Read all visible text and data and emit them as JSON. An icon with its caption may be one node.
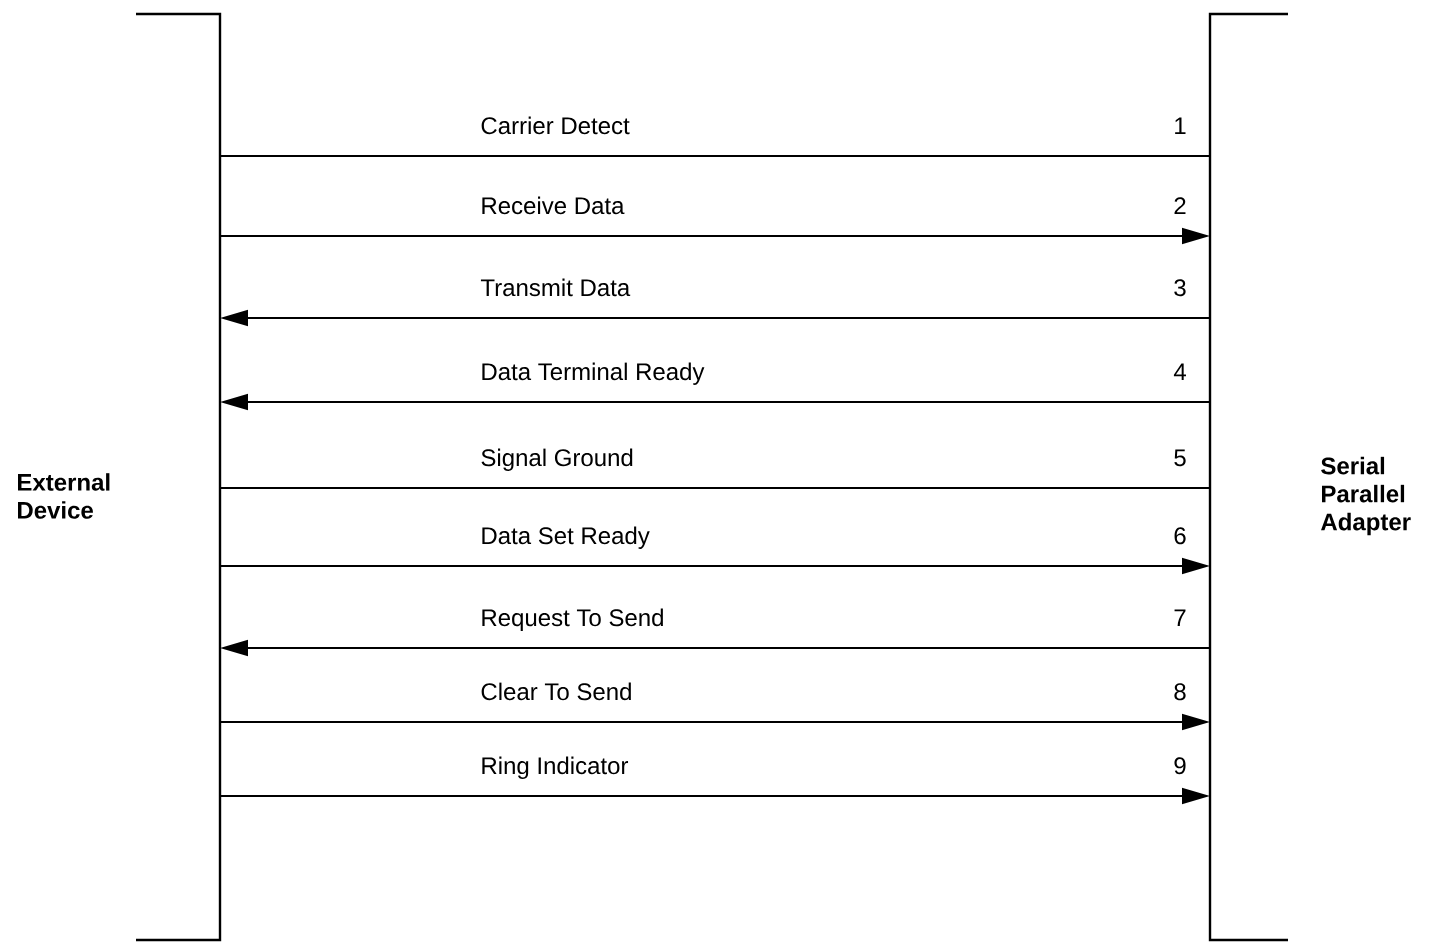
{
  "diagram": {
    "nodes": [
      {
        "text": [
          "External Device"
        ]
      },
      {
        "text": [
          "Serial Parallel Adapter"
        ]
      }
    ],
    "edges": [
      {
        "from": 0,
        "to": 1,
        "arrow": "none",
        "label": "Carrier Detect"
      },
      {
        "from": 0,
        "to": 1,
        "arrow": "to",
        "label": "Receive Data"
      },
      {
        "from": 1,
        "to": 0,
        "arrow": "to",
        "label": "Transmit Data"
      },
      {
        "from": 1,
        "to": 0,
        "arrow": "to",
        "label": "Data Terminal Ready"
      },
      {
        "from": 0,
        "to": 1,
        "arrow": "none",
        "label": "Signal Ground"
      },
      {
        "from": 0,
        "to": 1,
        "arrow": "to",
        "label": "Data Set Ready"
      },
      {
        "from": 1,
        "to": 0,
        "arrow": "to",
        "label": "Request To Send"
      },
      {
        "from": 0,
        "to": 1,
        "arrow": "to",
        "label": "Clear To Send"
      },
      {
        "from": 0,
        "to": 1,
        "arrow": "to",
        "label": "Ring Indicator"
      }
    ],
    "labels": [
      "1",
      "2",
      "3",
      "4",
      "5",
      "6",
      "7",
      "8",
      "9"
    ]
  }
}
